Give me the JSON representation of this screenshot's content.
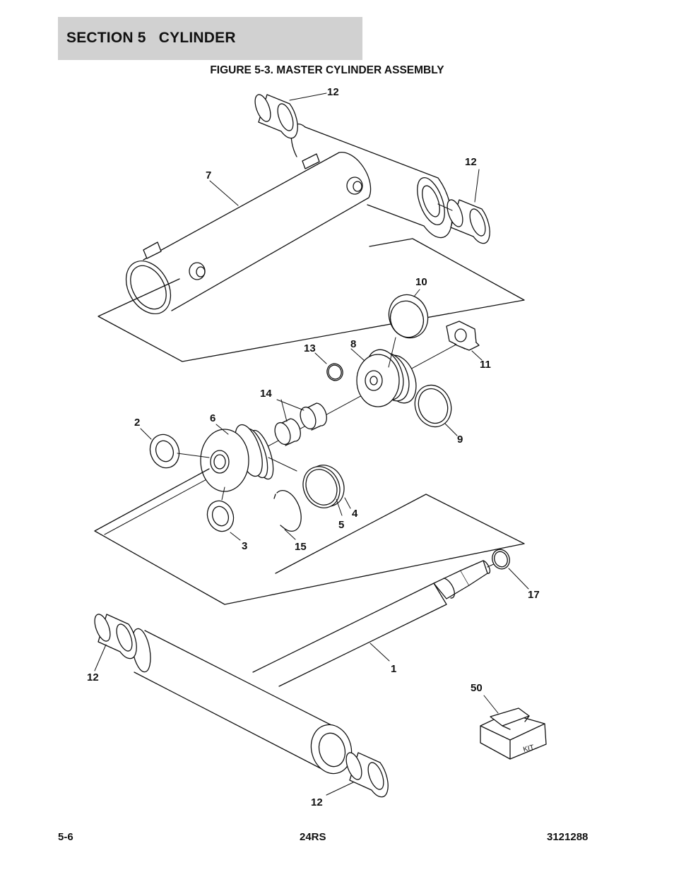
{
  "header": {
    "section_title": "SECTION 5   CYLINDER"
  },
  "figure": {
    "title": "FIGURE 5-3. MASTER CYLINDER ASSEMBLY",
    "callouts": {
      "c1": "1",
      "c2": "2",
      "c3": "3",
      "c4": "4",
      "c5": "5",
      "c6": "6",
      "c7": "7",
      "c8": "8",
      "c9": "9",
      "c10": "10",
      "c11": "11",
      "c12": "12",
      "c13": "13",
      "c14": "14",
      "c15": "15",
      "c17": "17",
      "c50": "50"
    },
    "kit_label": "KIT"
  },
  "footer": {
    "page_number": "5-6",
    "model": "24RS",
    "doc_number": "3121288"
  }
}
